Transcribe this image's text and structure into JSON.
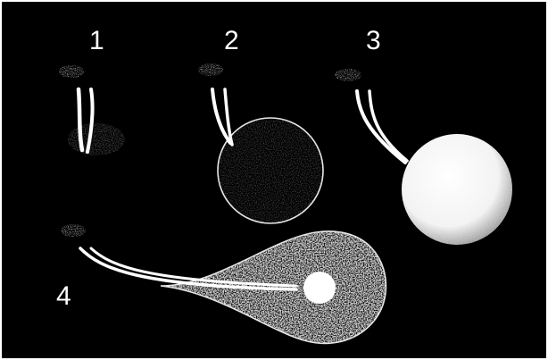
{
  "panels": [
    {
      "label": "1"
    },
    {
      "label": "2"
    },
    {
      "label": "3"
    },
    {
      "label": "4"
    }
  ],
  "colors": {
    "background": "#000000",
    "ink": "#ffffff",
    "border": "#ffffff"
  }
}
